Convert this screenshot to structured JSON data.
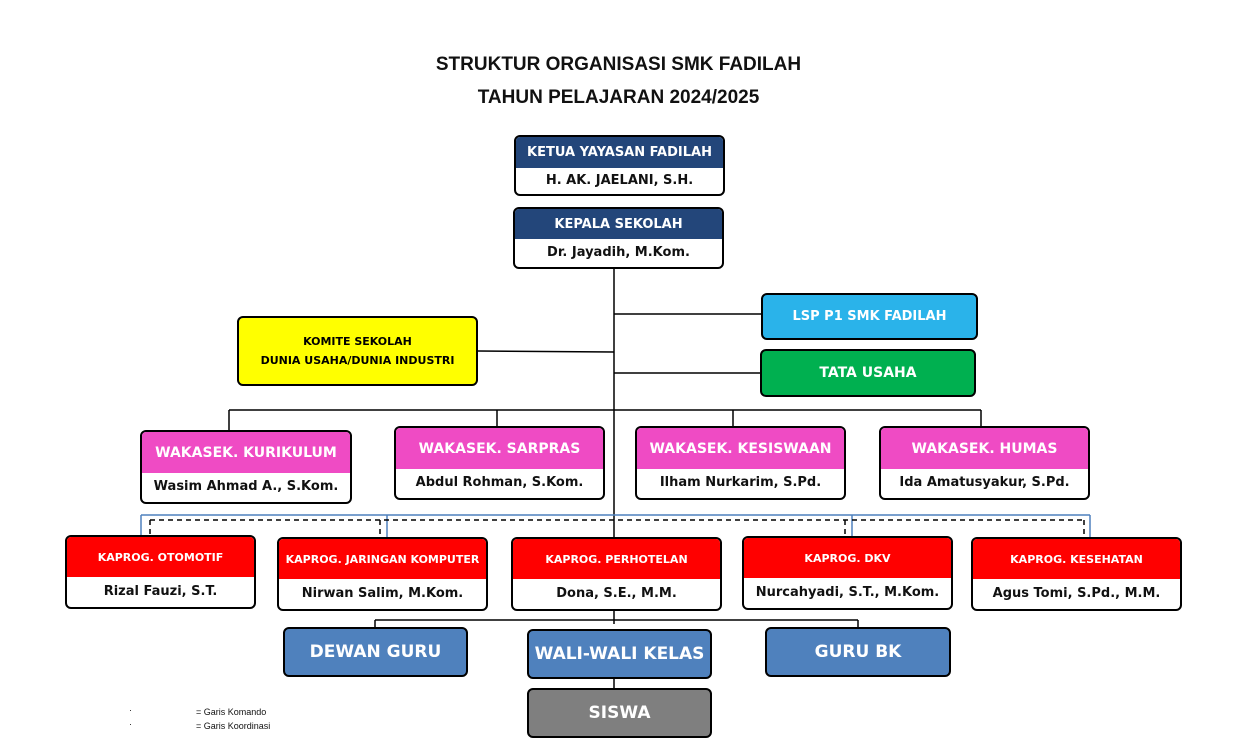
{
  "title": "STRUKTUR ORGANISASI SMK FADILAH",
  "subtitle": "TAHUN PELAJARAN 2024/2025",
  "ketua": {
    "role": "KETUA YAYASAN FADILAH",
    "name": "H. AK. JAELANI, S.H."
  },
  "kepala": {
    "role": "KEPALA SEKOLAH",
    "name": "Dr. Jayadih, M.Kom."
  },
  "komite": {
    "line1": "KOMITE SEKOLAH",
    "line2": "DUNIA USAHA/DUNIA INDUSTRI"
  },
  "lsp": "LSP P1 SMK FADILAH",
  "tata_usaha": "TATA USAHA",
  "wakasek": [
    {
      "role": "WAKASEK. KURIKULUM",
      "name": "Wasim Ahmad A., S.Kom."
    },
    {
      "role": "WAKASEK. SARPRAS",
      "name": "Abdul Rohman, S.Kom."
    },
    {
      "role": "WAKASEK. KESISWAAN",
      "name": "Ilham Nurkarim, S.Pd."
    },
    {
      "role": "WAKASEK. HUMAS",
      "name": "Ida Amatusyakur, S.Pd."
    }
  ],
  "kaprog": [
    {
      "role": "KAPROG. OTOMOTIF",
      "name": "Rizal Fauzi, S.T."
    },
    {
      "role": "KAPROG. JARINGAN KOMPUTER",
      "name": "Nirwan Salim, M.Kom."
    },
    {
      "role": "KAPROG. PERHOTELAN",
      "name": "Dona, S.E., M.M."
    },
    {
      "role": "KAPROG. DKV",
      "name": "Nurcahyadi, S.T., M.Kom."
    },
    {
      "role": "KAPROG. KESEHATAN",
      "name": "Agus Tomi, S.Pd., M.M."
    }
  ],
  "dewan_guru": "DEWAN GURU",
  "wali_kelas": "WALI-WALI KELAS",
  "guru_bk": "GURU BK",
  "siswa": "SISWA",
  "legend": {
    "komando": "= Garis Komando",
    "koordinasi": "= Garis Koordinasi"
  },
  "colors": {
    "navy": "#23467a",
    "pink": "#ef4bc4",
    "red": "#ff0000",
    "steel": "#4f81bd",
    "gray": "#7f7f7f",
    "yellow": "#ffff00",
    "sky": "#2ab3ea",
    "green": "#00b050"
  }
}
